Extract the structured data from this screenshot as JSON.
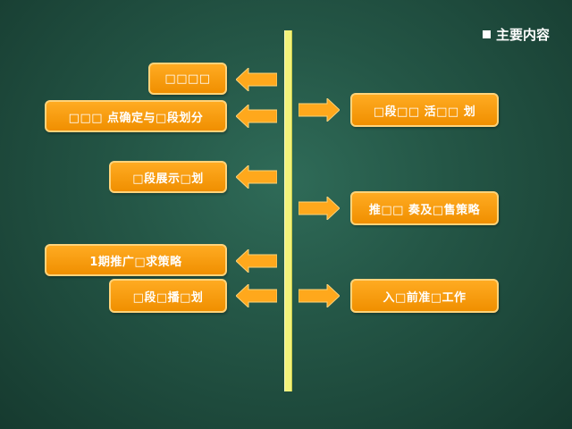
{
  "header": {
    "title": "主要内容",
    "icon": "square-icon"
  },
  "colors": {
    "background": "#245646",
    "box": "#f39a10",
    "axis": "#f2f27a"
  },
  "left_items": [
    "□□□□",
    "□□□ 点确定与□段划分",
    "□段展示□划",
    "1期推广□求策略",
    "□段□播□划"
  ],
  "right_items": [
    "□段□□ 活□□ 划",
    "推□□ 奏及□售策略",
    "入□前准□工作"
  ]
}
